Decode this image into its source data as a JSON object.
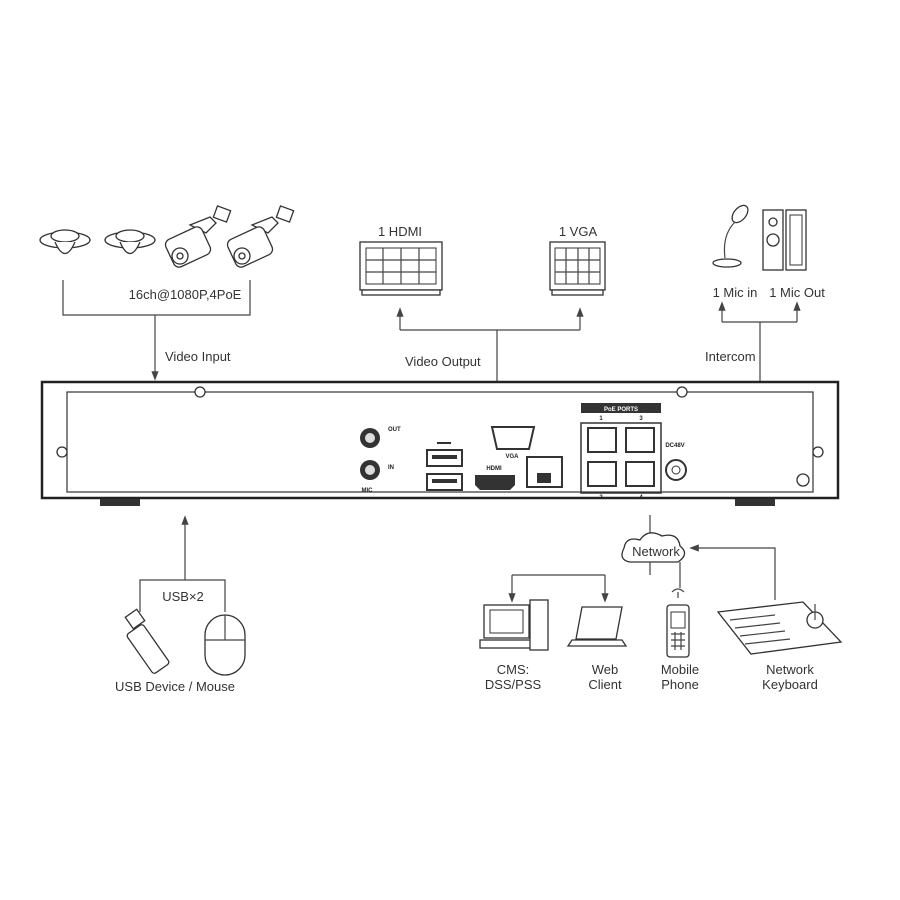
{
  "video_input": {
    "cameras_label": "16ch@1080P,4PoE",
    "label": "Video Input"
  },
  "video_output": {
    "hdmi_label": "1 HDMI",
    "vga_label": "1 VGA",
    "label": "Video Output"
  },
  "intercom": {
    "mic_in_label": "1 Mic in",
    "mic_out_label": "1 Mic Out",
    "label": "Intercom"
  },
  "nvr_panel": {
    "audio_out": "OUT",
    "audio_in": "IN",
    "mic_label": "MIC",
    "vga_port": "VGA",
    "hdmi_port": "HDMI",
    "poe_ports": "PoE PORTS",
    "poe_numbers": [
      "1",
      "3",
      "2",
      "4"
    ],
    "power": "DC48V"
  },
  "usb": {
    "count_label": "USB×2",
    "label": "USB Device / Mouse"
  },
  "network": {
    "cloud_label": "Network",
    "clients": [
      {
        "line1": "CMS:",
        "line2": "DSS/PSS"
      },
      {
        "line1": "Web",
        "line2": "Client"
      },
      {
        "line1": "Mobile",
        "line2": "Phone"
      },
      {
        "line1": "Network",
        "line2": "Keyboard"
      }
    ]
  }
}
